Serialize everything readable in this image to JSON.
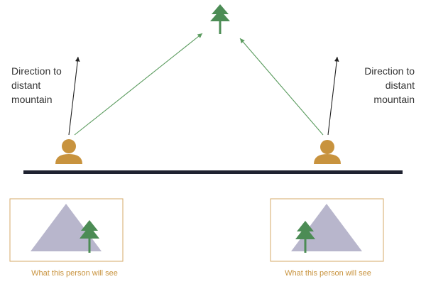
{
  "left_label": {
    "line1": "Direction to",
    "line2": "distant",
    "line3": "mountain"
  },
  "right_label": {
    "line1": "Direction to",
    "line2": "distant",
    "line3": "mountain"
  },
  "left_caption": "What this person will see",
  "right_caption": "What this person will see",
  "colors": {
    "tree": "#4c8c55",
    "sight_line": "#5a9b5e",
    "person": "#c8933e",
    "ground": "#1f2230",
    "mountain": "#b8b6cc",
    "arrow": "#222222",
    "view_box_border": "#d4a867"
  }
}
